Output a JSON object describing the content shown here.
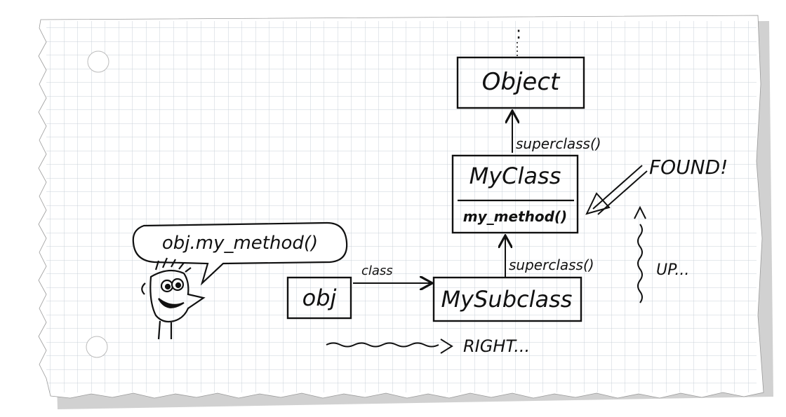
{
  "nodes": {
    "object": "Object",
    "myclass": "MyClass",
    "myclass_method": "my_method()",
    "mysubclass": "MySubclass",
    "obj": "obj"
  },
  "edges": {
    "class_label": "class",
    "superclass_upper": "superclass()",
    "superclass_lower": "superclass()"
  },
  "annotations": {
    "found": "FOUND!",
    "up": "UP...",
    "right": "RIGHT...",
    "ellipsis": ":"
  },
  "speech_bubble": {
    "text": "obj.my_method()"
  },
  "colors": {
    "ink": "#111111",
    "grid": "#cfd6dd",
    "paper": "#ffffff"
  }
}
